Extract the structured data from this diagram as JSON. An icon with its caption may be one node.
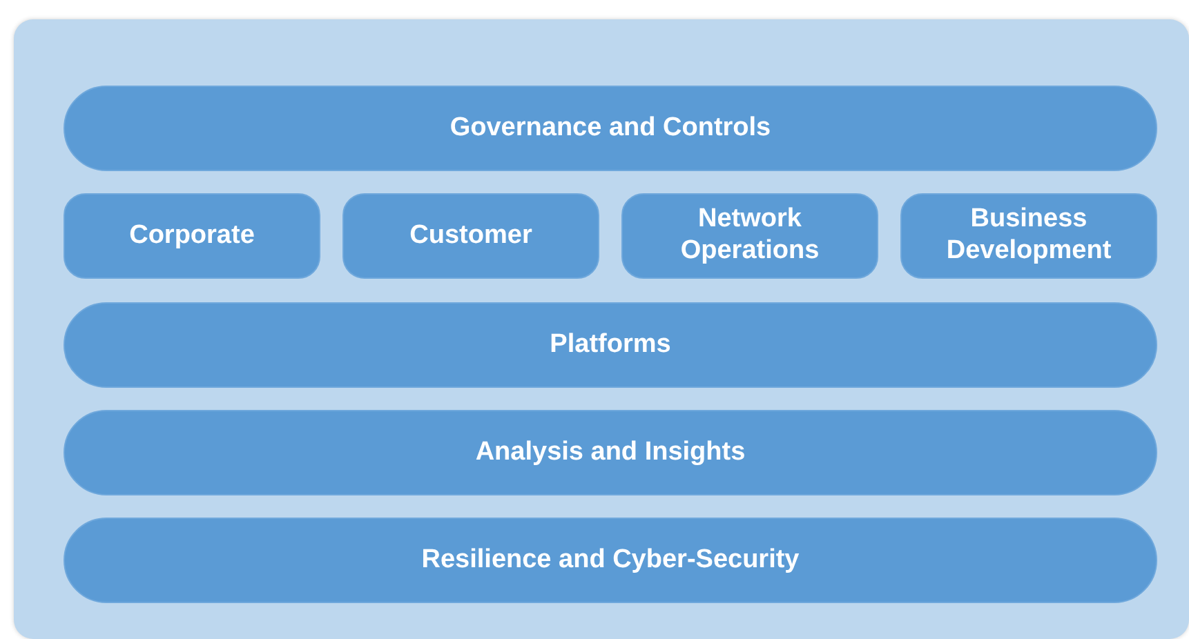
{
  "diagram": {
    "nodes": [
      {
        "text": [],
        "shape": "box"
      },
      {
        "text": [
          "Governance and Controls"
        ],
        "in": 0
      },
      {
        "text": [
          "Corporate"
        ],
        "in": 0
      },
      {
        "text": [
          "Customer"
        ],
        "in": 0
      },
      {
        "text": [
          "Network Operations"
        ],
        "in": 0
      },
      {
        "text": [
          "Business Development"
        ],
        "in": 0
      },
      {
        "text": [
          "Platforms"
        ],
        "in": 0
      },
      {
        "text": [
          "Analysis and Insights"
        ],
        "in": 0
      },
      {
        "text": [
          "Resilience and Cyber-Security"
        ],
        "in": 0
      }
    ]
  }
}
